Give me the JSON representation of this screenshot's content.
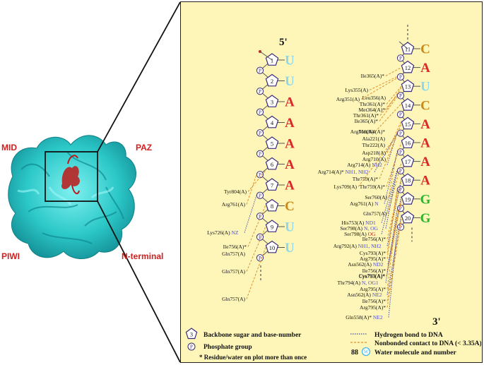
{
  "domains": {
    "mid": "MID",
    "paz": "PAZ",
    "piwi": "PIWI",
    "nterm": "N-terminal"
  },
  "strand_left": {
    "end_label": "5'",
    "nucleotides": [
      {
        "num": "1",
        "base": "U"
      },
      {
        "num": "2",
        "base": "U"
      },
      {
        "num": "3",
        "base": "A"
      },
      {
        "num": "4",
        "base": "A"
      },
      {
        "num": "5",
        "base": "A"
      },
      {
        "num": "6",
        "base": "A"
      },
      {
        "num": "7",
        "base": "A"
      },
      {
        "num": "8",
        "base": "C"
      },
      {
        "num": "9",
        "base": "U"
      },
      {
        "num": "10",
        "base": "U"
      }
    ],
    "contacts": [
      {
        "text": "Tyr804(A)"
      },
      {
        "text": "Arg761(A)"
      },
      {
        "text": "Lys726(A)",
        "atom": "NZ"
      },
      {
        "text": "Ile756(A)*"
      },
      {
        "text": "Gln757(A)"
      },
      {
        "text": "Gln757(A)"
      },
      {
        "text": "Gln757(A)"
      }
    ]
  },
  "strand_right": {
    "end_label": "3'",
    "nucleotides": [
      {
        "num": "11",
        "base": "C"
      },
      {
        "num": "12",
        "base": "A"
      },
      {
        "num": "13",
        "base": "U"
      },
      {
        "num": "14",
        "base": "C"
      },
      {
        "num": "15",
        "base": "A"
      },
      {
        "num": "16",
        "base": "A"
      },
      {
        "num": "17",
        "base": "A"
      },
      {
        "num": "18",
        "base": "A"
      },
      {
        "num": "19",
        "base": "G"
      },
      {
        "num": "20",
        "base": "G"
      }
    ],
    "contacts": [
      {
        "text": "Ile365(A)*"
      },
      {
        "text": "Lys355(A)"
      },
      {
        "text": "Leu356(A)"
      },
      {
        "text": "Arg351(A)"
      },
      {
        "text": "Thr361(A)*"
      },
      {
        "text": "Met364(A)*"
      },
      {
        "text": "Thr361(A)*"
      },
      {
        "text": "Ile365(A)*"
      },
      {
        "text": "Arg710(A)"
      },
      {
        "text": "Met364(A)*"
      },
      {
        "text": "Ala221(A)"
      },
      {
        "text": "Thr222(A)"
      },
      {
        "text": "Asp218(A)"
      },
      {
        "text": "Arg710(A)"
      },
      {
        "text": "Arg714(A)",
        "atom": "NH2"
      },
      {
        "text": "Arg714(A)*",
        "atom": "NH1, NH2"
      },
      {
        "text": "Thr759(A)*"
      },
      {
        "text": "Lys709(A)"
      },
      {
        "text": "Thr759(A)*"
      },
      {
        "text": "Ser760(A)"
      },
      {
        "text": "Arg761(A)",
        "atom": "N"
      },
      {
        "text": "Gln757(A)"
      },
      {
        "text": "His753(A)",
        "atom": "ND1"
      },
      {
        "text": "Ser798(A)",
        "atom": "N, OG"
      },
      {
        "text": "Ser798(A)",
        "atom": "OG"
      },
      {
        "text": "Ile756(A)*"
      },
      {
        "text": "Arg792(A)",
        "atom": "NH1, NH2"
      },
      {
        "text": "Cys793(A)*"
      },
      {
        "text": "Arg795(A)*"
      },
      {
        "text": "Asn562(A)",
        "atom": "ND2"
      },
      {
        "text": "Ile756(A)*"
      },
      {
        "text": "Cys793(A)*"
      },
      {
        "text": "Cys793(A)*"
      },
      {
        "text": "Thr794(A)",
        "atom": "N, OG1"
      },
      {
        "text": "Arg795(A)*"
      },
      {
        "text": "Asn562(A)",
        "atom": "NE2"
      },
      {
        "text": "Ile756(A)*"
      },
      {
        "text": "Arg795(A)*"
      },
      {
        "text": "Gln558(A)*",
        "atom": "NE2"
      }
    ]
  },
  "legend": {
    "sugar_sample": "3",
    "sugar_label": "Backbone sugar and base-number",
    "phosphate_sample": "P",
    "phosphate_label": "Phosphate group",
    "star_note": "* Residue/water on plot more than once",
    "hbond_label": "Hydrogen bond to DNA",
    "nonbonded_label": "Nonbonded contact to DNA (< 3.35A)",
    "water_number": "88",
    "water_sample": "W",
    "water_label": "Water molecule and number"
  },
  "colors": {
    "base_A": "#d92a2a",
    "base_U": "#8ad8f0",
    "base_C": "#c98a1c",
    "base_G": "#2ab52a",
    "sugar_stroke": "#3a2a7a",
    "hbond": "#4a4aaa",
    "nonbonded": "#e0902a",
    "atom_N": "#4a4ad0",
    "atom_O": "#d02020",
    "panel_bg": "#fdf6b8",
    "protein": "#33d6d6",
    "dna": "#c01818"
  }
}
